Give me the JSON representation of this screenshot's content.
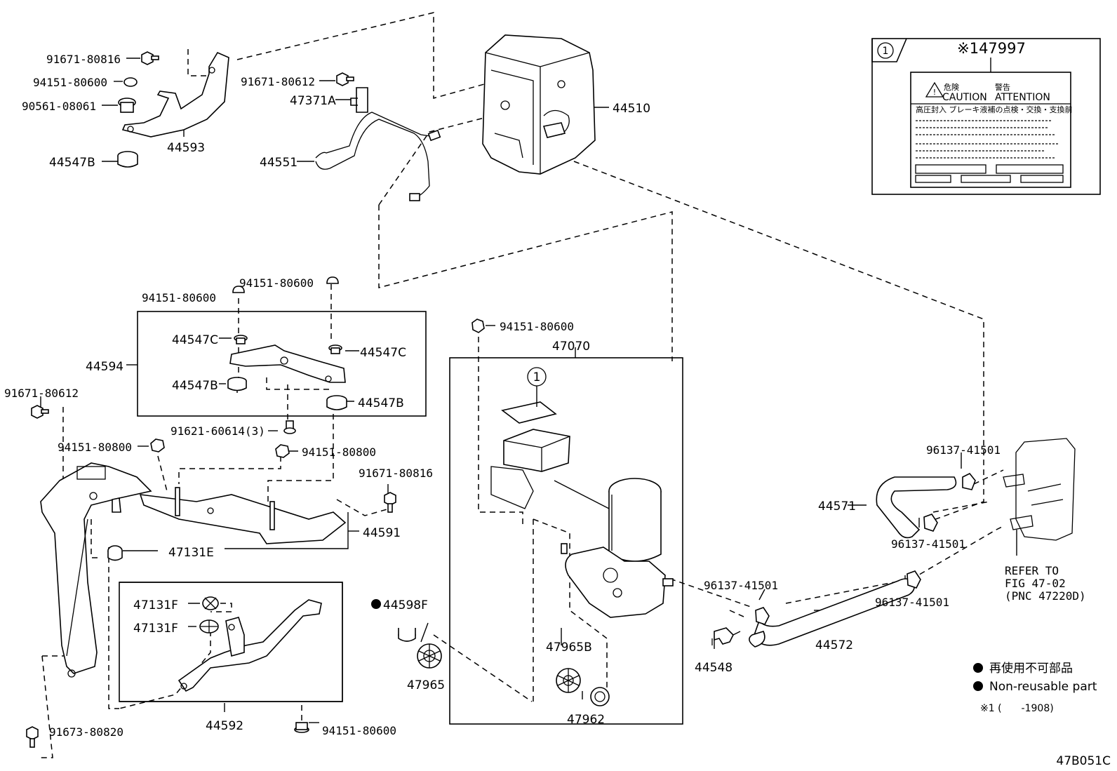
{
  "diagram_code": "47B051C",
  "parts": {
    "p1": "91671-80816",
    "p2": "94151-80600",
    "p3": "90561-08061",
    "p4": "44547B",
    "p5": "44593",
    "p6": "91671-80612",
    "p7": "47371A",
    "p8": "44551",
    "p9": "44510",
    "p10": "94151-80600",
    "p11": "94151-80600",
    "p12": "44547C",
    "p13": "44547C",
    "p14": "44594",
    "p15": "44547B",
    "p16": "44547B",
    "p17": "91671-80612",
    "p18": "91621-60614(3)",
    "p19": "94151-80800",
    "p20": "94151-80800",
    "p21": "91671-80816",
    "p22": "44591",
    "p23": "47131E",
    "p24": "47131F",
    "p25": "47131F",
    "p26": "44592",
    "p27": "91673-80820",
    "p28": "94151-80600",
    "p29": "94151-80600",
    "p30": "47070",
    "p31": "44598F",
    "p32": "47965",
    "p33": "47965B",
    "p34": "47962",
    "p35": "96137-41501",
    "p36": "44548",
    "p37": "44572",
    "p38": "96137-41501",
    "p39": "44571",
    "p40": "96137-41501",
    "p41": "96137-41501"
  },
  "label_box": {
    "circle_number": "1",
    "part_number": "※147997",
    "caution_jp": "危険",
    "caution_en": "CAUTION",
    "warning_jp": "警告",
    "attention_en": "ATTENTION",
    "body_line": "高圧封入 ブレーキ液補の点検・交換・支換前"
  },
  "callout_circle": "1",
  "reference": {
    "line1": "REFER TO",
    "line2": "FIG 47-02",
    "line3": "(PNC 47220D)"
  },
  "legend": {
    "jp": "再使用不可部品",
    "en": "Non-reusable part",
    "footnote": "※1 (　　-1908)"
  }
}
